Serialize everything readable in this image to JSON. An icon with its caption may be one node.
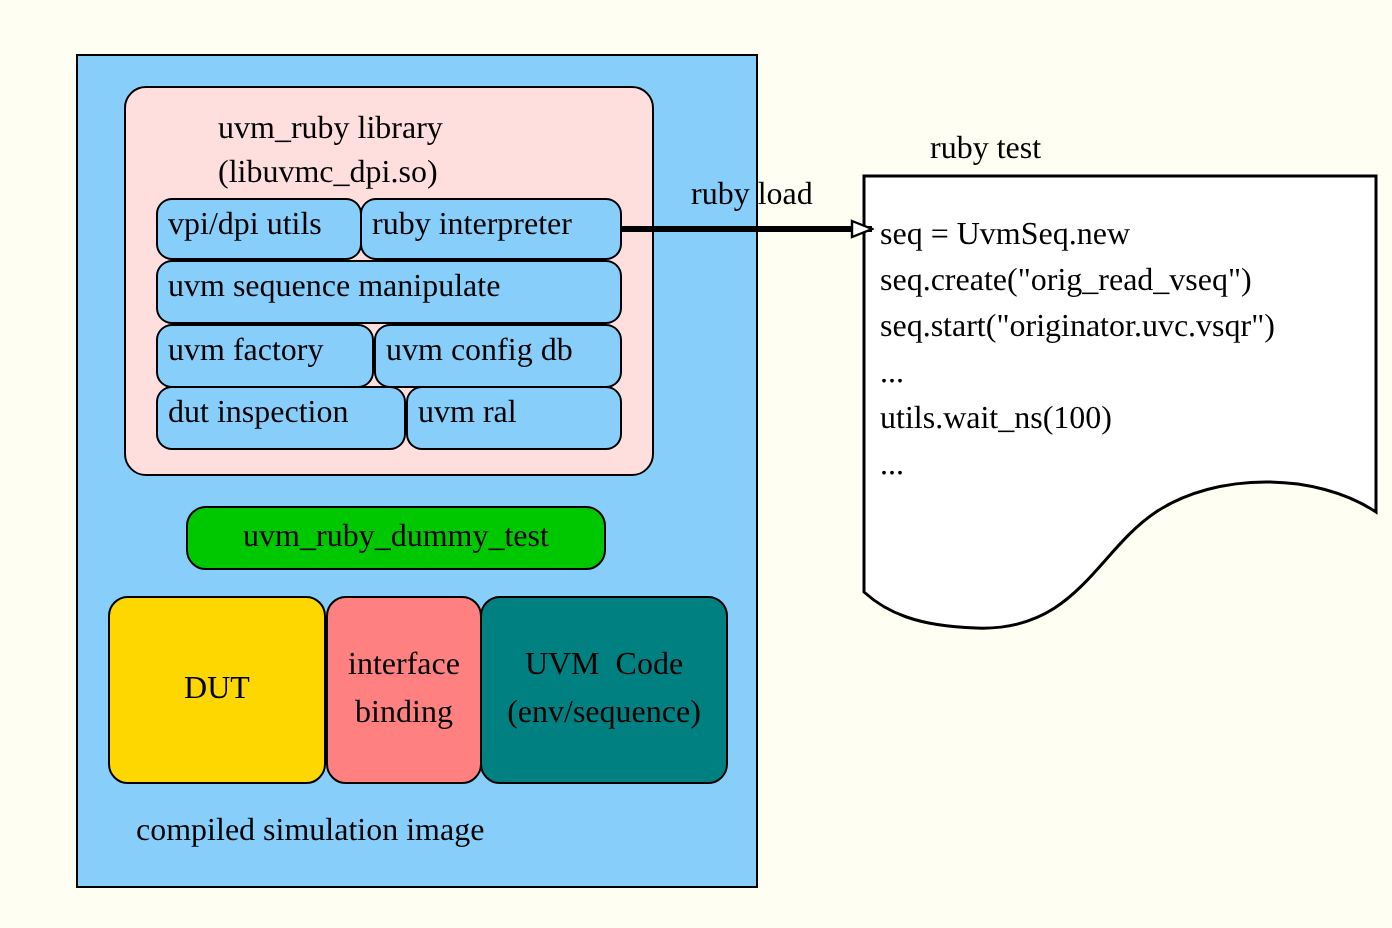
{
  "diagram": {
    "nodes": [
      {
        "text": [
          "compiled simulation image"
        ]
      },
      {
        "text": [
          "uvm_ruby library (libuvmc_dpi.so)"
        ],
        "in": 0
      },
      {
        "text": [
          "vpi/dpi utils"
        ],
        "in": 1
      },
      {
        "text": [
          "ruby interpreter"
        ],
        "in": 1
      },
      {
        "text": [
          "uvm sequence manipulate"
        ],
        "in": 1
      },
      {
        "text": [
          "uvm factory"
        ],
        "in": 1
      },
      {
        "text": [
          "uvm config db"
        ],
        "in": 1
      },
      {
        "text": [
          "dut inspection"
        ],
        "in": 1
      },
      {
        "text": [
          "uvm ral"
        ],
        "in": 1
      },
      {
        "text": [
          "uvm_ruby_dummy_test"
        ],
        "in": 0
      },
      {
        "text": [
          "DUT"
        ],
        "in": 0
      },
      {
        "text": [
          "interface binding"
        ],
        "in": 0
      },
      {
        "text": [
          "UVM  Code",
          "(env/sequence)"
        ],
        "in": 0
      },
      {
        "text": [
          "ruby test",
          "seq = UvmSeq.new",
          "seq.create(\"orig_read_vseq\")",
          "seq.start(\"originator.uvc.vsqr\")",
          "...",
          "utils.wait_ns(100)",
          "..."
        ]
      }
    ],
    "edges": [
      {
        "from": 3,
        "to": 13,
        "arrow": "to",
        "label": "ruby load"
      }
    ]
  }
}
